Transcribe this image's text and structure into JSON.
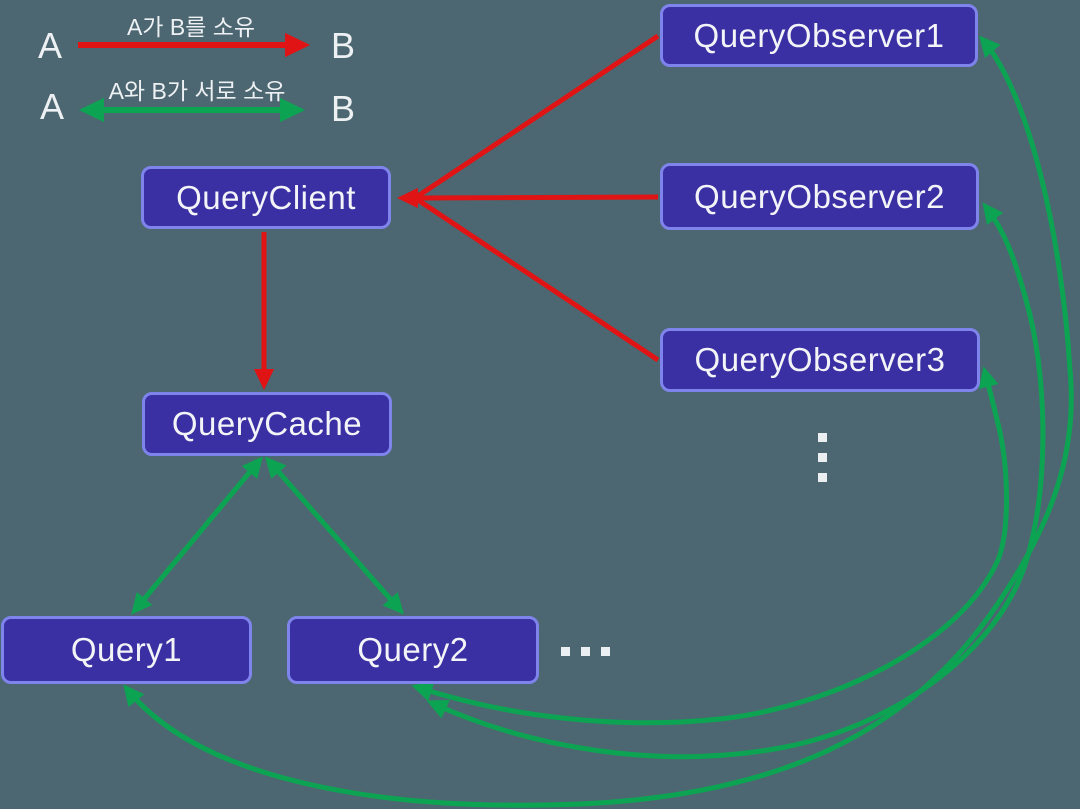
{
  "legend": {
    "row1": {
      "left_letter": "A",
      "right_letter": "B",
      "label": "A가 B를 소유",
      "arrow": "red-single"
    },
    "row2": {
      "left_letter": "A",
      "right_letter": "B",
      "label": "A와 B가 서로 소유",
      "arrow": "green-double"
    }
  },
  "nodes": {
    "query_client": {
      "label": "QueryClient"
    },
    "query_cache": {
      "label": "QueryCache"
    },
    "query1": {
      "label": "Query1"
    },
    "query2": {
      "label": "Query2"
    },
    "observer1": {
      "label": "QueryObserver1"
    },
    "observer2": {
      "label": "QueryObserver2"
    },
    "observer3": {
      "label": "QueryObserver3"
    }
  },
  "icons": {
    "vertical_ellipsis": "⋮",
    "horizontal_ellipsis": "…"
  },
  "edges": [
    {
      "from": "QueryObserver1",
      "to": "QueryClient",
      "relation": "owns",
      "style": "red-single-arrow"
    },
    {
      "from": "QueryObserver2",
      "to": "QueryClient",
      "relation": "owns",
      "style": "red-single-arrow"
    },
    {
      "from": "QueryObserver3",
      "to": "QueryClient",
      "relation": "owns",
      "style": "red-single-arrow"
    },
    {
      "from": "QueryClient",
      "to": "QueryCache",
      "relation": "owns",
      "style": "red-single-arrow"
    },
    {
      "from": "QueryCache",
      "to": "Query1",
      "relation": "mutual-ownership",
      "style": "green-double-arrow"
    },
    {
      "from": "QueryCache",
      "to": "Query2",
      "relation": "mutual-ownership",
      "style": "green-double-arrow"
    },
    {
      "from": "Query1",
      "to": "QueryObserver1",
      "relation": "mutual-ownership",
      "style": "green-double-arrow-curved"
    },
    {
      "from": "Query2",
      "to": "QueryObserver3",
      "relation": "mutual-ownership",
      "style": "green-double-arrow-curved"
    },
    {
      "from": "Query2",
      "to": "QueryObserver2",
      "relation": "mutual-ownership",
      "style": "green-double-arrow-curved"
    }
  ],
  "colors": {
    "background": "#4c6771",
    "box_fill": "#3a2fa3",
    "box_border": "#7f84ec",
    "box_text": "#f3f4f7",
    "red_arrow": "#e01414",
    "green_arrow": "#0ca452",
    "legend_text": "#eef1f3",
    "dots": "#eceff2"
  }
}
